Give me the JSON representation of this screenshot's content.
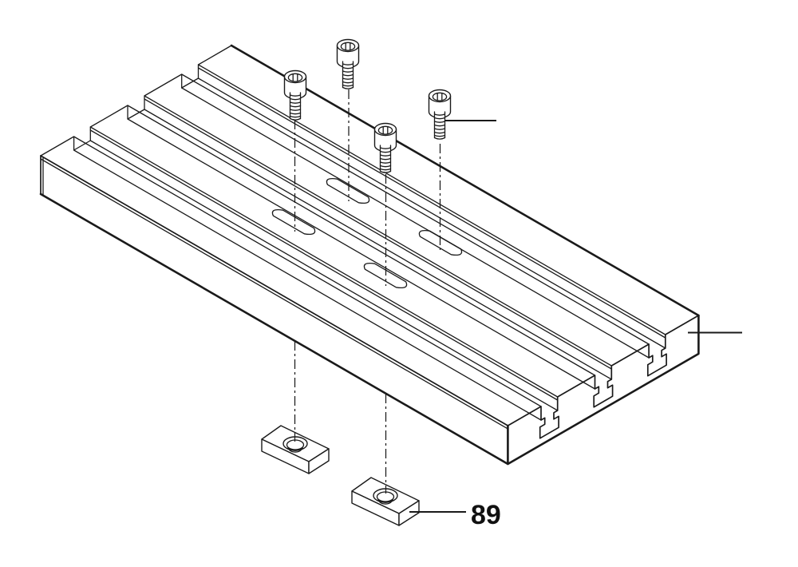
{
  "diagram": {
    "part_label": "89",
    "ink_color": "#1a1a1a",
    "background_color": "#ffffff",
    "parts": {
      "plate": "t-slot-adapter-plate",
      "screw": "socket-head-cap-screw",
      "nut": "t-slot-nut",
      "slot_hole": "oval-mounting-slot"
    }
  }
}
